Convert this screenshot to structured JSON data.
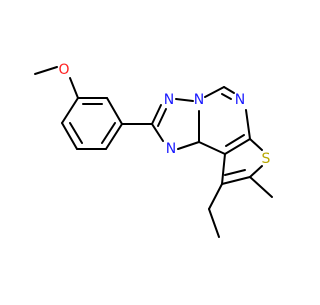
{
  "molecule": {
    "atom_labels": {
      "methoxy_o": "O",
      "triazole_n1": "N",
      "triazole_n2": "N",
      "triazole_n3": "N",
      "pyrimidine_n": "N",
      "thiophene_s": "S"
    },
    "colors": {
      "bond": "#000000",
      "nitrogen": "#1a1aff",
      "oxygen": "#ff2020",
      "sulfur": "#b8a800"
    }
  }
}
